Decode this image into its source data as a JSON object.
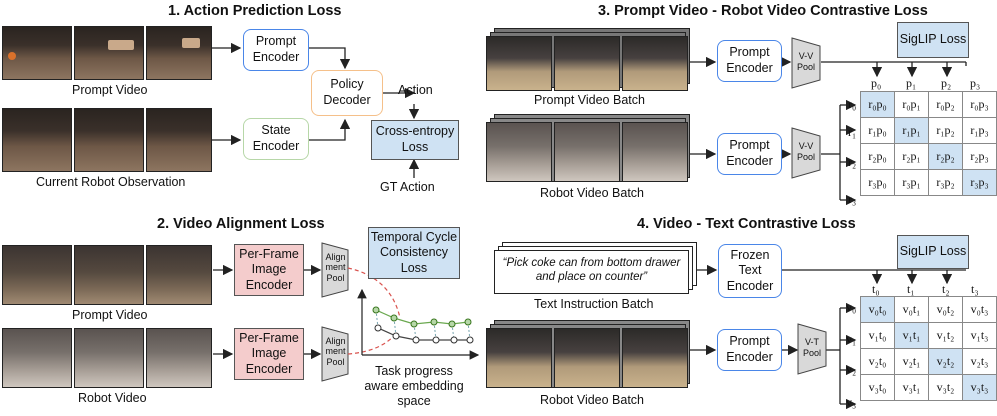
{
  "section1": {
    "title": "1.   Action Prediction Loss",
    "prompt_video_caption": "Prompt Video",
    "current_obs_caption": "Current Robot Observation",
    "prompt_encoder": "Prompt\nEncoder",
    "state_encoder": "State\nEncoder",
    "policy_decoder": "Policy\nDecoder",
    "action_label": "Action",
    "loss": "Cross-entropy\nLoss",
    "gt_action": "GT Action"
  },
  "section2": {
    "title": "2.   Video Alignment Loss",
    "prompt_video_caption": "Prompt Video",
    "robot_video_caption": "Robot Video",
    "encoder_top": "Per-Frame\nImage\nEncoder",
    "encoder_bottom": "Per-Frame\nImage\nEncoder",
    "pool_top": "Align\nment\nPool",
    "pool_bottom": "Align\nment\nPool",
    "loss": "Temporal Cycle\nConsistency\nLoss",
    "embedding_caption": "Task progress\naware embedding\nspace"
  },
  "section3": {
    "title": "3.   Prompt Video - Robot Video Contrastive Loss",
    "prompt_batch_caption": "Prompt Video Batch",
    "robot_batch_caption": "Robot Video Batch",
    "encoder_top": "Prompt\nEncoder",
    "encoder_bottom": "Prompt\nEncoder",
    "pool_top": "V-V\nPool",
    "pool_bottom": "V-V\nPool",
    "loss": "SigLIP Loss",
    "col_labels": [
      "p₀",
      "p₁",
      "p₂",
      "p₃"
    ],
    "row_labels": [
      "r₀",
      "r₁",
      "r₂",
      "r₃"
    ],
    "cells": [
      [
        "r₀p₀",
        "r₀p₁",
        "r₀p₂",
        "r₀p₃"
      ],
      [
        "r₁p₀",
        "r₁p₁",
        "r₁p₂",
        "r₁p₃"
      ],
      [
        "r₂p₀",
        "r₂p₁",
        "r₂p₂",
        "r₂p₃"
      ],
      [
        "r₃p₀",
        "r₃p₁",
        "r₃p₂",
        "r₃p₃"
      ]
    ]
  },
  "section4": {
    "title": "4.   Video - Text Contrastive Loss",
    "instruction_text": "“Pick coke can from bottom drawer\nand place on counter”",
    "text_batch_caption": "Text Instruction Batch",
    "robot_batch_caption": "Robot Video Batch",
    "text_encoder": "Frozen\nText\nEncoder",
    "prompt_encoder": "Prompt\nEncoder",
    "pool": "V-T\nPool",
    "loss": "SigLIP Loss",
    "col_labels": [
      "t₀",
      "t₁",
      "t₂",
      "t₃"
    ],
    "row_labels": [
      "v₀",
      "v₁",
      "v₂",
      "v₃"
    ],
    "cells": [
      [
        "v₀t₀",
        "v₀t₁",
        "v₀t₂",
        "v₀t₃"
      ],
      [
        "v₁t₀",
        "v₁t₁",
        "v₁t₂",
        "v₁t₃"
      ],
      [
        "v₂t₀",
        "v₂t₁",
        "v₂t₂",
        "v₂t₃"
      ],
      [
        "v₃t₀",
        "v₃t₁",
        "v₃t₂",
        "v₃t₃"
      ]
    ]
  },
  "colors": {
    "loss_fill": "#cfe2f3",
    "encoder_pink": "#f4cccc",
    "prompt_encoder_border": "#4a86e8",
    "policy_border": "#f5c08a",
    "state_border": "#b7d7a8",
    "pool_fill": "#d9d9d9"
  }
}
